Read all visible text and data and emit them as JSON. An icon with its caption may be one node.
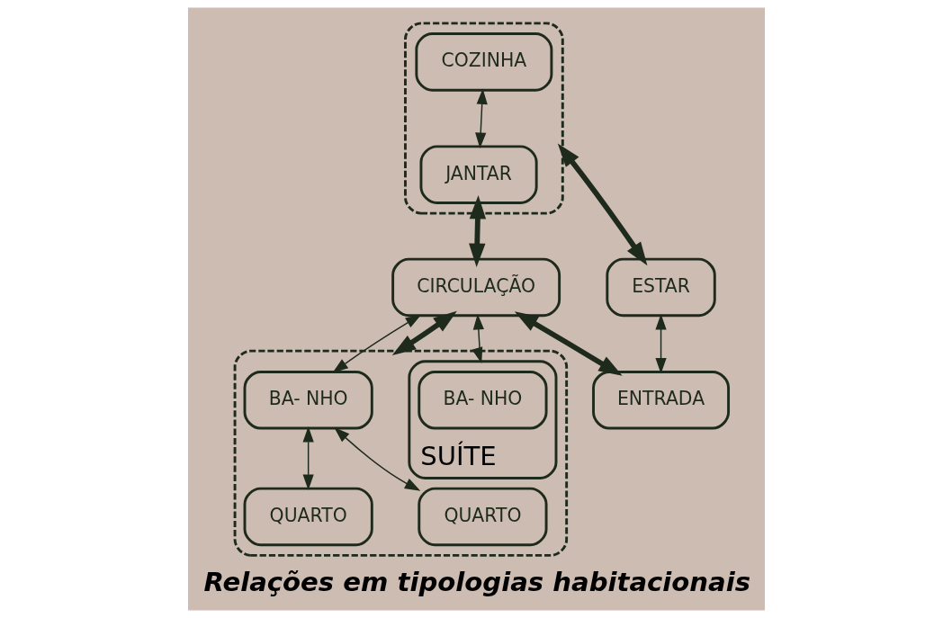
{
  "diagram": {
    "caption": "Relações em tipologias habitacionais",
    "nodes": [
      {
        "text": [],
        "shape": "box"
      },
      {
        "text": [
          "COZINHA"
        ],
        "in": 0
      },
      {
        "text": [
          "JANTAR"
        ],
        "in": 0
      },
      {
        "text": [
          "CIRCULAÇÃO"
        ]
      },
      {
        "text": [],
        "shape": "box"
      },
      {
        "text": [
          "BA- NHO"
        ],
        "in": 4
      },
      {
        "text": [
          "QUARTO"
        ],
        "in": 4
      },
      {
        "text": [
          "QUARTO"
        ],
        "in": 4
      },
      {
        "text": [
          "SUÍTE"
        ],
        "in": 4
      },
      {
        "text": [
          "BA- NHO"
        ],
        "in": 8
      },
      {
        "text": [
          "ESTAR"
        ]
      },
      {
        "text": [
          "ENTRADA"
        ]
      }
    ],
    "edges": [
      {
        "from": 1,
        "to": 2,
        "arrow": "both"
      },
      {
        "from": 2,
        "to": 3,
        "arrow": "both",
        "style": "thick"
      },
      {
        "from": 0,
        "to": 10,
        "arrow": "both",
        "style": "thick"
      },
      {
        "from": 3,
        "to": 5,
        "arrow": "both"
      },
      {
        "from": 5,
        "to": 6,
        "arrow": "both"
      },
      {
        "from": 5,
        "to": 7,
        "arrow": "both"
      },
      {
        "from": 3,
        "to": 4,
        "arrow": "both",
        "style": "thick"
      },
      {
        "from": 3,
        "to": 8,
        "arrow": "both"
      },
      {
        "from": 3,
        "to": 11,
        "arrow": "both",
        "style": "thick"
      },
      {
        "from": 10,
        "to": 11,
        "arrow": "both"
      }
    ]
  }
}
